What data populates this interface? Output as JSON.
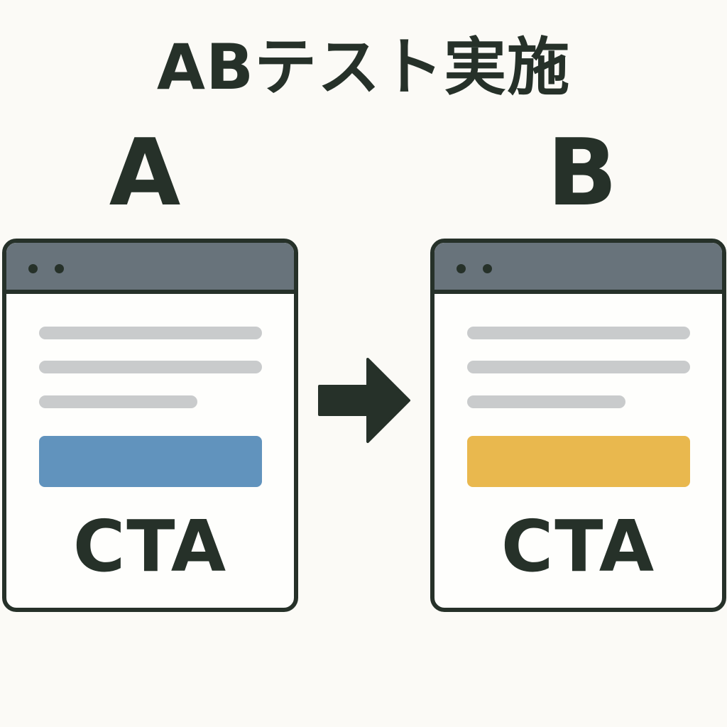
{
  "title": "ABテスト実施",
  "variants": [
    {
      "label": "A",
      "cta_label": "CTA",
      "cta_color": "#6193bd"
    },
    {
      "label": "B",
      "cta_label": "CTA",
      "cta_color": "#e9b84e"
    }
  ],
  "icons": {
    "arrow": "arrow-right-icon"
  },
  "colors": {
    "background": "#fbfaf6",
    "ink": "#263129",
    "titlebar": "#68737b",
    "placeholder_line": "#c9cbcc"
  }
}
